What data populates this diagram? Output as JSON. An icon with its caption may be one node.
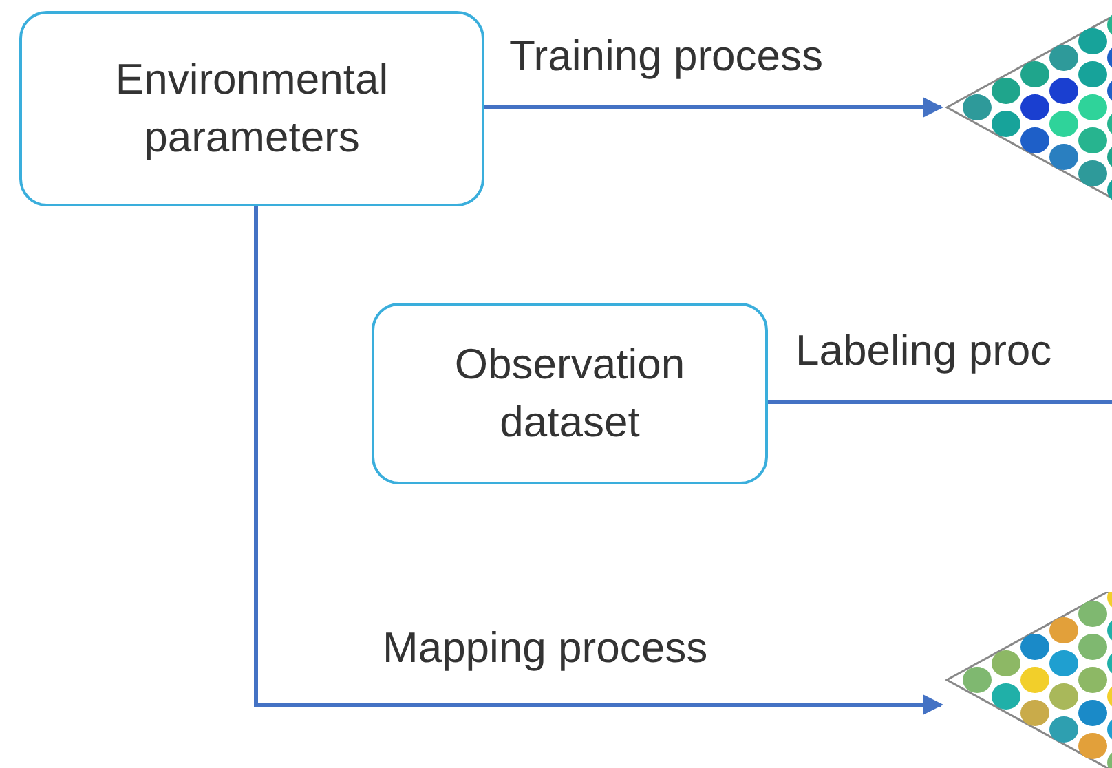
{
  "diagram": {
    "nodes": [
      {
        "text": [
          "Environmental parameters"
        ]
      },
      {
        "text": [
          "Observation dataset"
        ]
      },
      {
        "text": [],
        "shape": "picture"
      },
      {
        "text": [],
        "shape": "picture"
      }
    ],
    "edges": [
      {
        "from": 0,
        "to": 2,
        "arrow": "to",
        "label": "Training process"
      },
      {
        "from": 1,
        "to": null,
        "arrow": "none",
        "label": "Labeling proc"
      },
      {
        "from": 0,
        "to": 3,
        "arrow": "to",
        "label": "Mapping process"
      }
    ]
  }
}
